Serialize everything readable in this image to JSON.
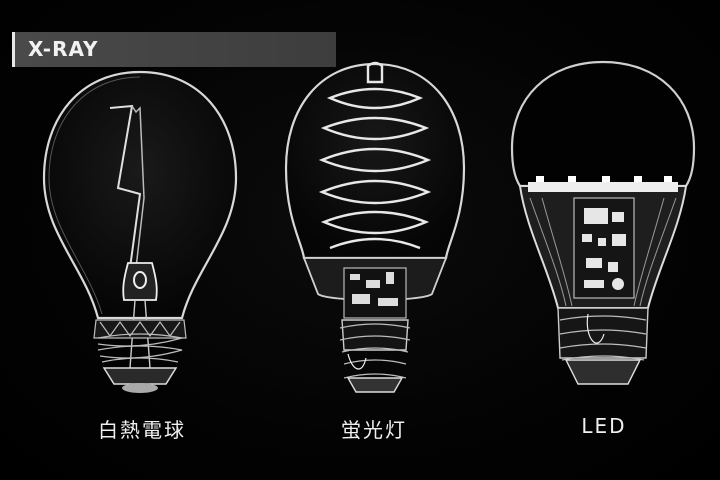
{
  "banner": {
    "label": "X-RAY"
  },
  "bulbs": [
    {
      "caption": "白熱電球",
      "kind": "incandescent-bulb"
    },
    {
      "caption": "蛍光灯",
      "kind": "fluorescent-bulb"
    },
    {
      "caption": "LED",
      "kind": "led-bulb"
    }
  ]
}
